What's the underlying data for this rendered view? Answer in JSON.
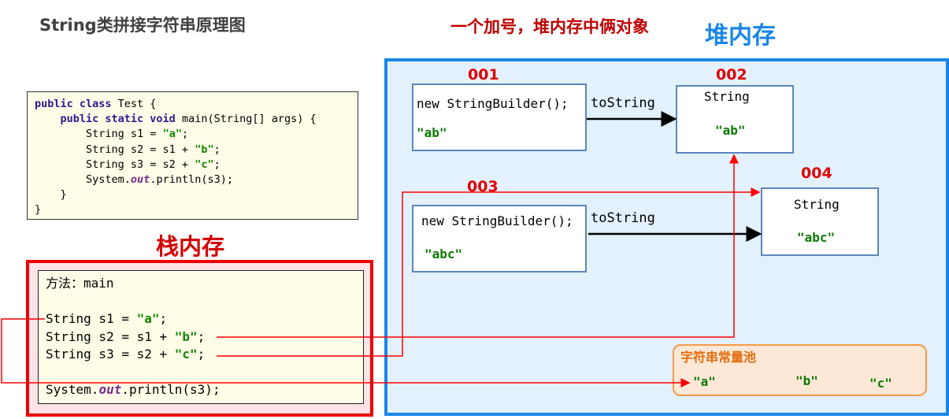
{
  "title": "String类拼接字符串原理图",
  "subtitle": "一个加号，堆内存中俩对象",
  "heap_title": "堆内存",
  "stack_title": "栈内存",
  "source_code": {
    "lines": [
      [
        {
          "t": "public class ",
          "c": "kw"
        },
        {
          "t": "Test {",
          "c": ""
        }
      ],
      [
        {
          "t": "    ",
          "c": ""
        },
        {
          "t": "public static void ",
          "c": "kw"
        },
        {
          "t": "main(String[] args) {",
          "c": ""
        }
      ],
      [
        {
          "t": "        String s1 = ",
          "c": ""
        },
        {
          "t": "\"a\"",
          "c": "str"
        },
        {
          "t": ";",
          "c": ""
        }
      ],
      [
        {
          "t": "        String s2 = s1 + ",
          "c": ""
        },
        {
          "t": "\"b\"",
          "c": "str"
        },
        {
          "t": ";",
          "c": ""
        }
      ],
      [
        {
          "t": "        String s3 = s2 + ",
          "c": ""
        },
        {
          "t": "\"c\"",
          "c": "str"
        },
        {
          "t": ";",
          "c": ""
        }
      ],
      [
        {
          "t": "        System.",
          "c": ""
        },
        {
          "t": "out",
          "c": "fld"
        },
        {
          "t": ".println(s3);",
          "c": ""
        }
      ],
      [
        {
          "t": "    }",
          "c": ""
        }
      ],
      [
        {
          "t": "}",
          "c": ""
        }
      ]
    ]
  },
  "stack_frame": {
    "method_label": "方法：main",
    "lines": [
      [
        {
          "t": "String s1 = ",
          "c": ""
        },
        {
          "t": "\"a\"",
          "c": "str"
        },
        {
          "t": ";",
          "c": ""
        }
      ],
      [
        {
          "t": "String s2 = s1 + ",
          "c": ""
        },
        {
          "t": "\"b\"",
          "c": "str"
        },
        {
          "t": ";",
          "c": ""
        }
      ],
      [
        {
          "t": "String s3 = s2 + ",
          "c": ""
        },
        {
          "t": "\"c\"",
          "c": "str"
        },
        {
          "t": ";",
          "c": ""
        }
      ]
    ],
    "print_line": [
      {
        "t": "System.",
        "c": ""
      },
      {
        "t": "out",
        "c": "fld"
      },
      {
        "t": ".println(s3);",
        "c": ""
      }
    ]
  },
  "heap": {
    "objects": [
      {
        "address": "001",
        "type": "new StringBuilder();",
        "value": "\"ab\""
      },
      {
        "address": "002",
        "type": "String",
        "value": "\"ab\""
      },
      {
        "address": "003",
        "type": "new StringBuilder();",
        "value": "\"abc\""
      },
      {
        "address": "004",
        "type": "String",
        "value": "\"abc\""
      }
    ],
    "arrow_label_1": "toString",
    "arrow_label_2": "toString"
  },
  "string_pool": {
    "title": "字符串常量池",
    "items": [
      "\"a\"",
      "\"b\"",
      "\"c\""
    ]
  },
  "colors": {
    "heap_border": "#1a86e8",
    "stack_border": "#ee0000",
    "reference_line": "#ff0000",
    "string_literal": "#0a7a00",
    "address": "#e00000",
    "pool_border": "#f39a4a"
  }
}
